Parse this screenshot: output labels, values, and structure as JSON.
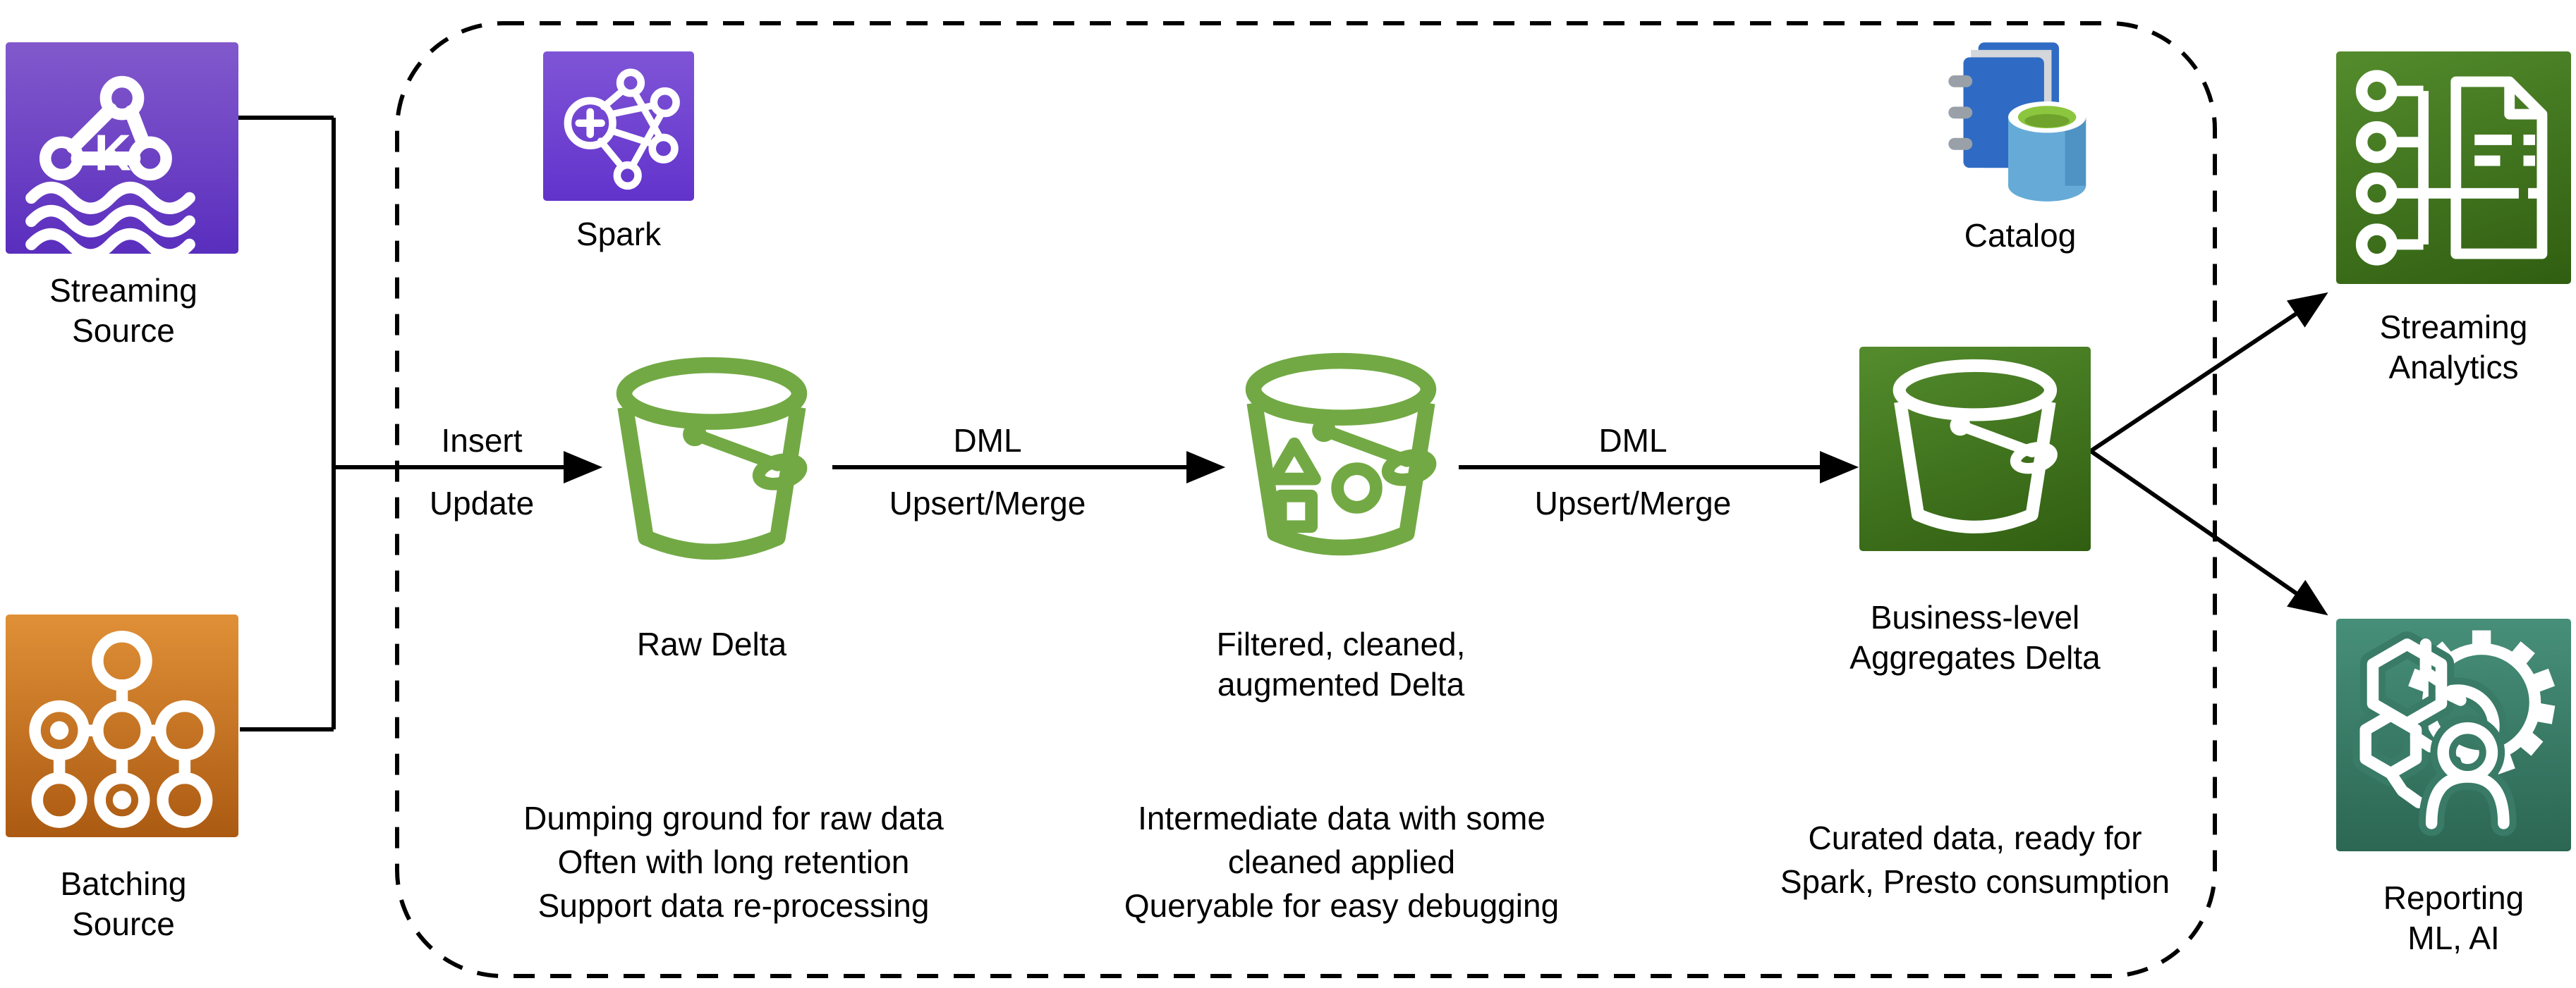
{
  "colors": {
    "purple-top": "#8259cc",
    "purple-bottom": "#5a2ebe",
    "spark-top": "#7f55d6",
    "spark-bottom": "#6233cc",
    "orange-top": "#e09037",
    "orange-bottom": "#ab5a12",
    "green-top": "#548c2d",
    "green-bottom": "#305e11",
    "teal-top": "#478f79",
    "teal-bottom": "#2c6753",
    "teal-mid": "#397b66",
    "bucket-green": "#72a944",
    "line-black": "#000000",
    "book-blue": "#2f6bc4",
    "pages-gray": "#d3d6da",
    "ring-gray": "#9aa0a8",
    "cyl-blue": "#66abd8",
    "cyl-blue-dark": "#4f93c4",
    "cyl-green": "#8cc63e",
    "cyl-green-dark": "#6fa32c"
  },
  "nodes": {
    "streaming_source": {
      "label_lines": [
        "Streaming",
        "Source"
      ],
      "icon_letter": "K"
    },
    "batching_source": {
      "label_lines": [
        "Batching",
        "Source"
      ]
    },
    "spark": {
      "label": "Spark"
    },
    "catalog": {
      "label": "Catalog"
    },
    "raw_delta": {
      "label": "Raw Delta"
    },
    "filtered_delta": {
      "label_lines": [
        "Filtered, cleaned,",
        "augmented Delta"
      ]
    },
    "business_delta": {
      "label_lines": [
        "Business-level",
        "Aggregates Delta"
      ]
    },
    "streaming_analytics": {
      "label_lines": [
        "Streaming",
        "Analytics"
      ]
    },
    "reporting": {
      "label_lines": [
        "Reporting",
        "ML, AI"
      ]
    }
  },
  "arrows": {
    "ingest": {
      "top": "Insert",
      "bottom": "Update"
    },
    "raw_to_filtered": {
      "top": "DML",
      "bottom": "Upsert/Merge"
    },
    "filtered_to_business": {
      "top": "DML",
      "bottom": "Upsert/Merge"
    }
  },
  "descriptions": {
    "raw": [
      "Dumping ground for raw data",
      "Often with long retention",
      "Support data re-processing"
    ],
    "filtered": [
      "Intermediate data with some",
      "cleaned applied",
      "Queryable for easy debugging"
    ],
    "business": [
      "Curated data, ready for",
      "Spark, Presto consumption"
    ]
  }
}
